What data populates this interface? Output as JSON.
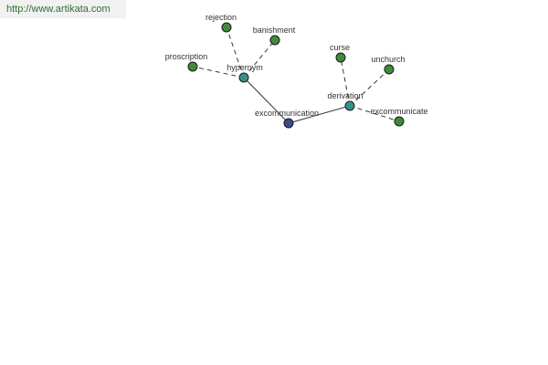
{
  "site": {
    "url_text": "http://www.artikata.com",
    "url_color": "#2f6f2f"
  },
  "graph": {
    "nodes": {
      "root": {
        "label": "excommunication",
        "color": "#3b4a8c",
        "role": "root"
      },
      "hypernym": {
        "label": "hypernym",
        "color": "#3a8f8c",
        "role": "relation"
      },
      "derivation": {
        "label": "derivation",
        "color": "#3a8f8c",
        "role": "relation"
      },
      "rejection": {
        "label": "rejection",
        "color": "#3f8a3f",
        "role": "term"
      },
      "banishment": {
        "label": "banishment",
        "color": "#3f8a3f",
        "role": "term"
      },
      "proscription": {
        "label": "proscription",
        "color": "#3f8a3f",
        "role": "term"
      },
      "curse": {
        "label": "curse",
        "color": "#3f8a3f",
        "role": "term"
      },
      "unchurch": {
        "label": "unchurch",
        "color": "#3f8a3f",
        "role": "term"
      },
      "excommunicate": {
        "label": "excommunicate",
        "color": "#3f8a3f",
        "role": "term"
      }
    },
    "edges": [
      {
        "from": "root",
        "to": "hypernym",
        "style": "solid"
      },
      {
        "from": "root",
        "to": "derivation",
        "style": "solid"
      },
      {
        "from": "hypernym",
        "to": "rejection",
        "style": "dashed"
      },
      {
        "from": "hypernym",
        "to": "banishment",
        "style": "dashed"
      },
      {
        "from": "hypernym",
        "to": "proscription",
        "style": "dashed"
      },
      {
        "from": "derivation",
        "to": "curse",
        "style": "dashed"
      },
      {
        "from": "derivation",
        "to": "unchurch",
        "style": "dashed"
      },
      {
        "from": "derivation",
        "to": "excommunicate",
        "style": "dashed"
      }
    ]
  }
}
